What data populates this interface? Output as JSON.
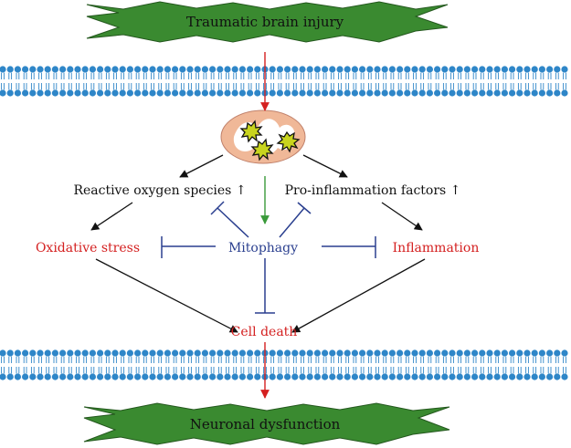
{
  "diagram": {
    "top_banner": "Traumatic brain injury",
    "bottom_banner": "Neuronal dysfunction",
    "ros": "Reactive oxygen species ↑",
    "pif": "Pro-inflammation factors ↑",
    "mitophagy": "Mitophagy",
    "oxidative_stress": "Oxidative stress",
    "inflammation": "Inflammation",
    "cell_death": "Cell death",
    "colors": {
      "banner_fill": "#3a8a30",
      "membrane": "#2e86c8",
      "red": "#d42020",
      "blue": "#2a3f8f",
      "green": "#3a9a3a",
      "black": "#111111",
      "mito_fill": "#f0b898",
      "star_fill": "#c8d41e"
    }
  }
}
